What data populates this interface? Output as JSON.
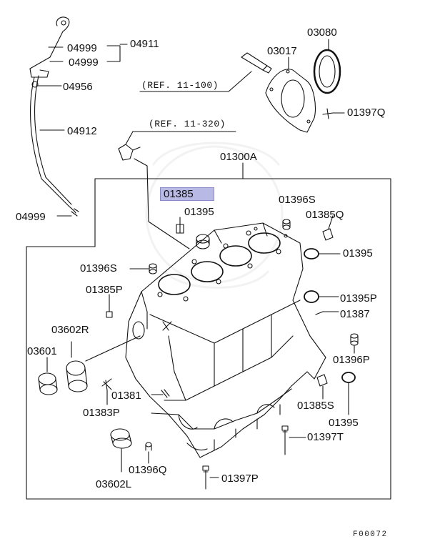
{
  "diagram": {
    "parts": {
      "p04911": "04911",
      "p04999a": "04999",
      "p04999b": "04999",
      "p04956": "04956",
      "p04912": "04912",
      "p04999c": "04999",
      "p03080": "03080",
      "p03017": "03017",
      "p01397Q": "01397Q",
      "p01300A": "01300A",
      "p01385": "01385",
      "p01395a": "01395",
      "p01396S": "01396S",
      "p01385Q": "01385Q",
      "p01395b": "01395",
      "p01396Sb": "01396S",
      "p01385P": "01385P",
      "p01395P": "01395P",
      "p01387": "01387",
      "p03602R": "03602R",
      "p03601": "03601",
      "p01396P": "01396P",
      "p01381": "01381",
      "p01383P": "01383P",
      "p01385S": "01385S",
      "p01395c": "01395",
      "p01397T": "01397T",
      "p01396Q": "01396Q",
      "p01397P": "01397P",
      "p03602L": "03602L"
    },
    "refs": {
      "ref1": "(REF. 11-100)",
      "ref2": "(REF. 11-320)"
    },
    "highlighted_part": "01385",
    "highlight_color": "#b9b9e6",
    "figure_code": "F00072"
  }
}
